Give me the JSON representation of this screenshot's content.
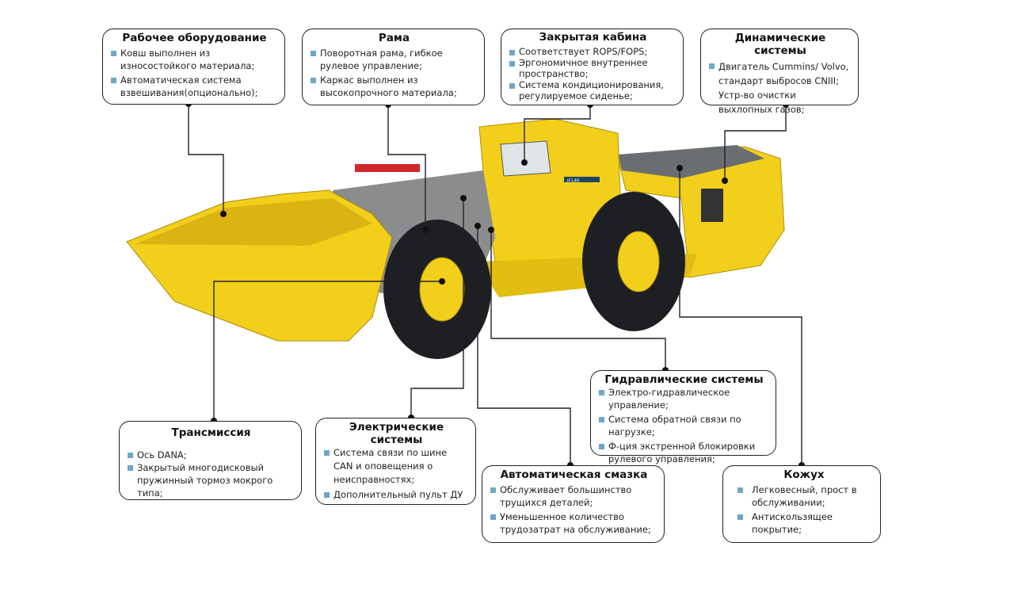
{
  "colors": {
    "body": "#f2cf1a",
    "shadow": "#c9a40c",
    "tire": "#1d1f22",
    "accent_bullet": "#6fa6c6",
    "line": "#222222"
  },
  "vehicle": {
    "model_label": "JCL40"
  },
  "callouts": [
    {
      "title": "Рабочее оборудование",
      "items": [
        "Ковш выполнен из износостойкого материала;",
        "Автоматическая система взвешивания(опционально);"
      ]
    },
    {
      "title": "Рама",
      "items": [
        "Поворотная рама, гибкое рулевое управление;",
        "Каркас выполнен из высокопрочного материала;"
      ]
    },
    {
      "title": "Закрытая кабина",
      "items": [
        "Соответствует ROPS/FOPS;",
        "Эргономичное внутреннее пространство;",
        "Система кондиционирования, регулируемое сиденье;"
      ]
    },
    {
      "title": "Динамические системы",
      "items": [
        "Двигатель Cummins/ Volvo, стандарт выбросов CNIII; Устр-во очистки выхлопных газов;"
      ]
    },
    {
      "title": "Трансмиссия",
      "items": [
        "Ось DANA;",
        "Закрытый многодисковый пружинный тормоз мокрого типа;"
      ]
    },
    {
      "title": "Электрические системы",
      "items": [
        "Система связи по шине CAN и оповещения о неисправностях;",
        "Дополнительный пульт ДУ"
      ]
    },
    {
      "title": "Гидравлические системы",
      "items": [
        "Электро-гидравлическое управление;",
        "Система обратной связи по нагрузке;",
        "Ф-ция экстренной блокировки рулевого управления;"
      ]
    },
    {
      "title": "Автоматическая смазка",
      "items": [
        "Обслуживает большинство трущихся деталей;",
        "Уменьшенное количество трудозатрат на обслуживание;"
      ]
    },
    {
      "title": "Кожух",
      "items": [
        "Легковесный, прост в обслуживании;",
        "Антискользящее покрытие;"
      ]
    }
  ]
}
